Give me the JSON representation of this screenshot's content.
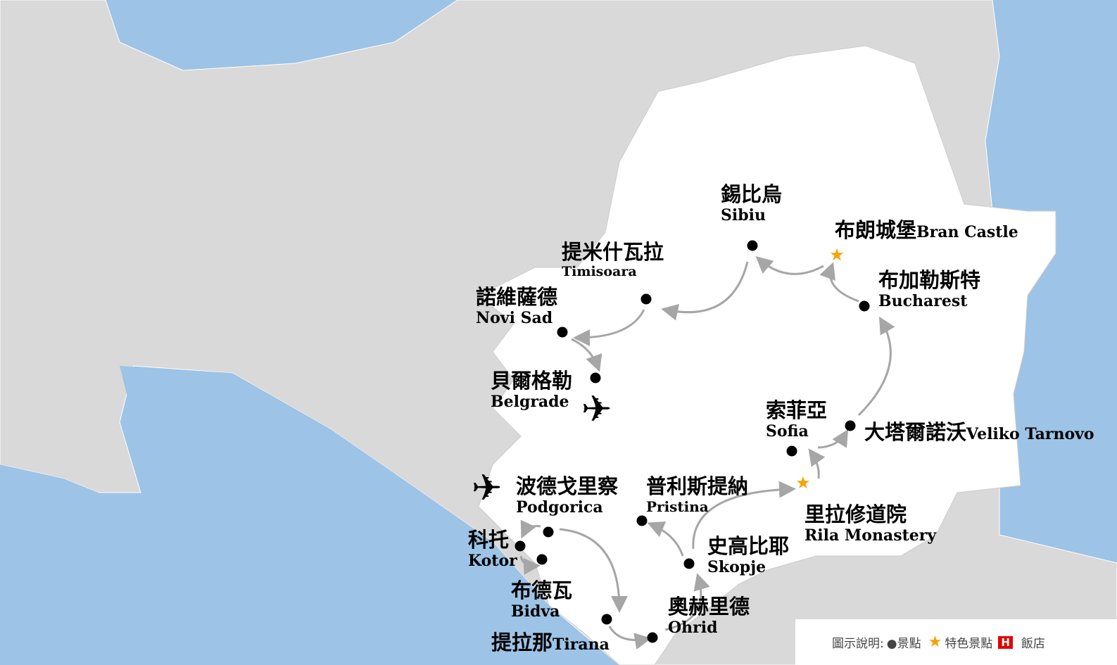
{
  "places": [
    {
      "zh": "錫比烏",
      "en": "Sibiu",
      "type": "dot"
    },
    {
      "zh": "布朗城堡",
      "en": "Bran Castle",
      "type": "star"
    },
    {
      "zh": "提米什瓦拉",
      "en": "Timisoara",
      "type": "dot"
    },
    {
      "zh": "布加勒斯特",
      "en": "Bucharest",
      "type": "dot"
    },
    {
      "zh": "諾維薩德",
      "en": "Novi Sad",
      "type": "dot"
    },
    {
      "zh": "貝爾格勒",
      "en": "Belgrade",
      "type": "dot"
    },
    {
      "zh": "索菲亞",
      "en": "Sofia",
      "type": "dot"
    },
    {
      "zh": "大塔爾諾沃",
      "en": "Veliko Tarnovo",
      "type": "dot"
    },
    {
      "zh": "波德戈里察",
      "en": "Podgorica",
      "type": "dot"
    },
    {
      "zh": "普利斯提納",
      "en": "Pristina",
      "type": "dot"
    },
    {
      "zh": "里拉修道院",
      "en": "Rila Monastery",
      "type": "star"
    },
    {
      "zh": "科托",
      "en": "Kotor",
      "type": "dot"
    },
    {
      "zh": "史高比耶",
      "en": "Skopje",
      "type": "dot"
    },
    {
      "zh": "布德瓦",
      "en": "Bidva",
      "type": "dot"
    },
    {
      "zh": "奧赫里德",
      "en": "Ohrid",
      "type": "dot"
    },
    {
      "zh": "提拉那",
      "en": "Tirana",
      "type": "dot"
    }
  ],
  "legend": {
    "title": "圖示說明:",
    "dot_label": "●景點",
    "star_icon": "★",
    "star_label": "特色景點",
    "hotel_icon": "H",
    "hotel_label": "飯店"
  },
  "colors": {
    "sea": "#9dc3e6",
    "land": "#d9d9d9",
    "highlight": "#ffffff",
    "route": "#a6a6a6",
    "star": "#f5a300",
    "hotel": "#e60000"
  }
}
